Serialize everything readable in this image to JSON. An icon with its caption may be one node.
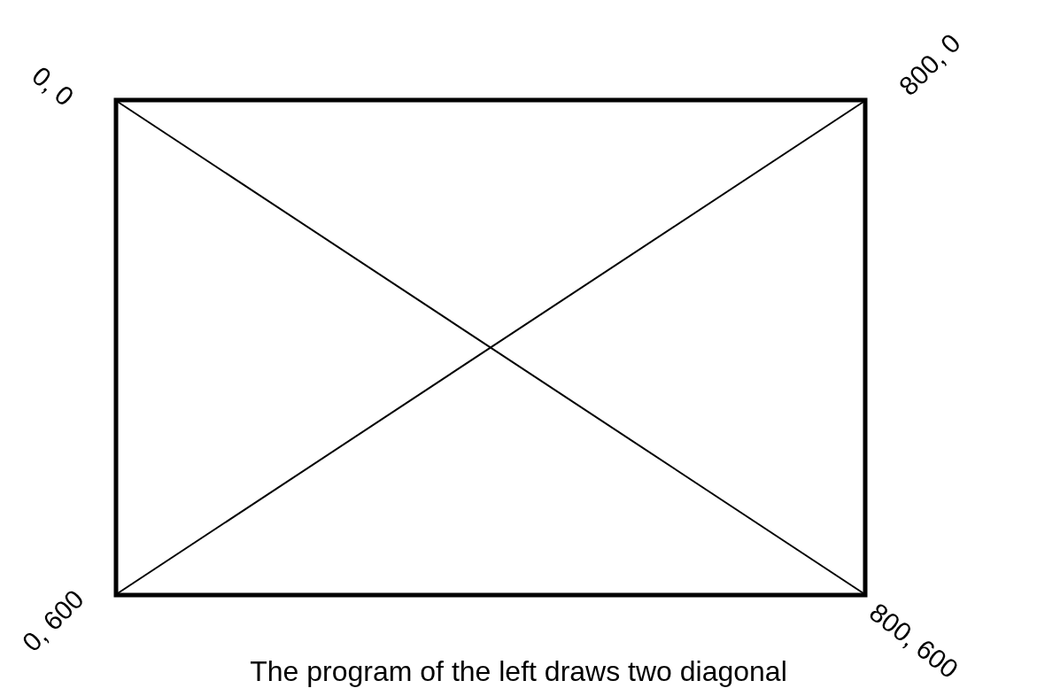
{
  "diagram": {
    "caption": "The program of the left draws two diagonal",
    "labels": [
      "0, 0",
      "800, 0",
      "0, 600",
      "800, 600"
    ]
  }
}
